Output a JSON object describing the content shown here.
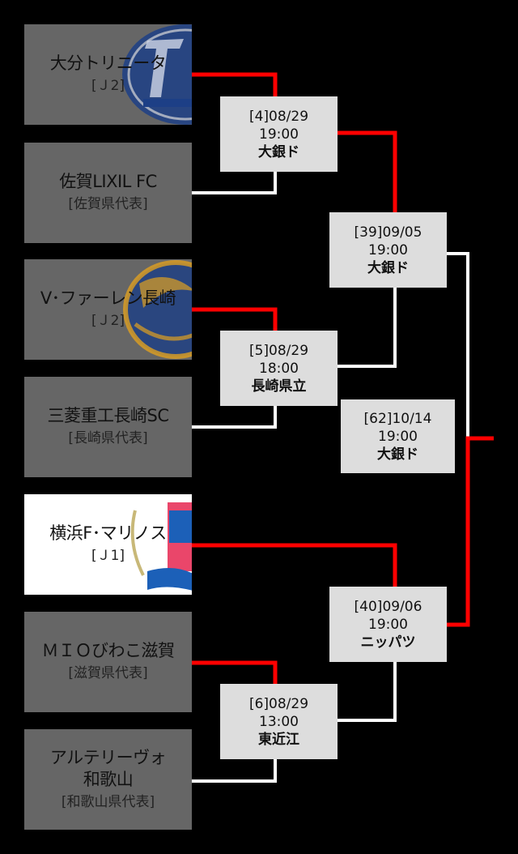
{
  "teams": [
    {
      "name": "大分トリニータ",
      "league": "[Ｊ2]",
      "logo": "trinita-crest-icon"
    },
    {
      "name": "佐賀LIXIL FC",
      "league": "[佐賀県代表]"
    },
    {
      "name": "V･ファーレン長崎",
      "league": "[Ｊ2]",
      "logo": "v-varen-crest-icon"
    },
    {
      "name": "三菱重工長崎SC",
      "league": "[長崎県代表]"
    },
    {
      "name": "横浜F･マリノス",
      "league": "[Ｊ1]",
      "logo": "marinos-crest-icon"
    },
    {
      "name": "ＭＩＯびわこ滋賀",
      "league": "[滋賀県代表]"
    },
    {
      "name": "アルテリーヴォ\n和歌山",
      "league": "[和歌山県代表]"
    }
  ],
  "matches": {
    "m4": {
      "id_date": "[4]08/29",
      "time": "19:00",
      "venue": "大銀ド"
    },
    "m5": {
      "id_date": "[5]08/29",
      "time": "18:00",
      "venue": "長崎県立"
    },
    "m6": {
      "id_date": "[6]08/29",
      "time": "13:00",
      "venue": "東近江"
    },
    "m39": {
      "id_date": "[39]09/05",
      "time": "19:00",
      "venue": "大銀ド"
    },
    "m40": {
      "id_date": "[40]09/06",
      "time": "19:00",
      "venue": "ニッパツ"
    },
    "m62": {
      "id_date": "[62]10/14",
      "time": "19:00",
      "venue": "大銀ド"
    }
  },
  "colors": {
    "winner_line": "#ff0000",
    "loser_line": "#ffffff",
    "team_box": "#666666",
    "match_box": "#dddddd",
    "background": "#000000"
  }
}
